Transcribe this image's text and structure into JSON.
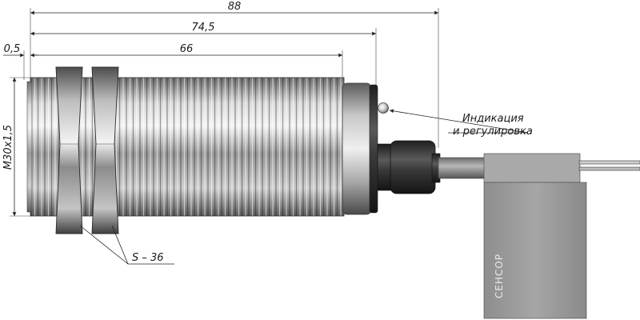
{
  "dimensions": {
    "overall_length": "88",
    "length_to_led": "74,5",
    "thread_length": "66",
    "front_offset": "0,5",
    "thread_spec": "M30x1,5"
  },
  "nut_label": "S – 36",
  "callout": {
    "line1": "Индикация",
    "line2": "и регулировка"
  },
  "tag_label": "СЕНСОР"
}
